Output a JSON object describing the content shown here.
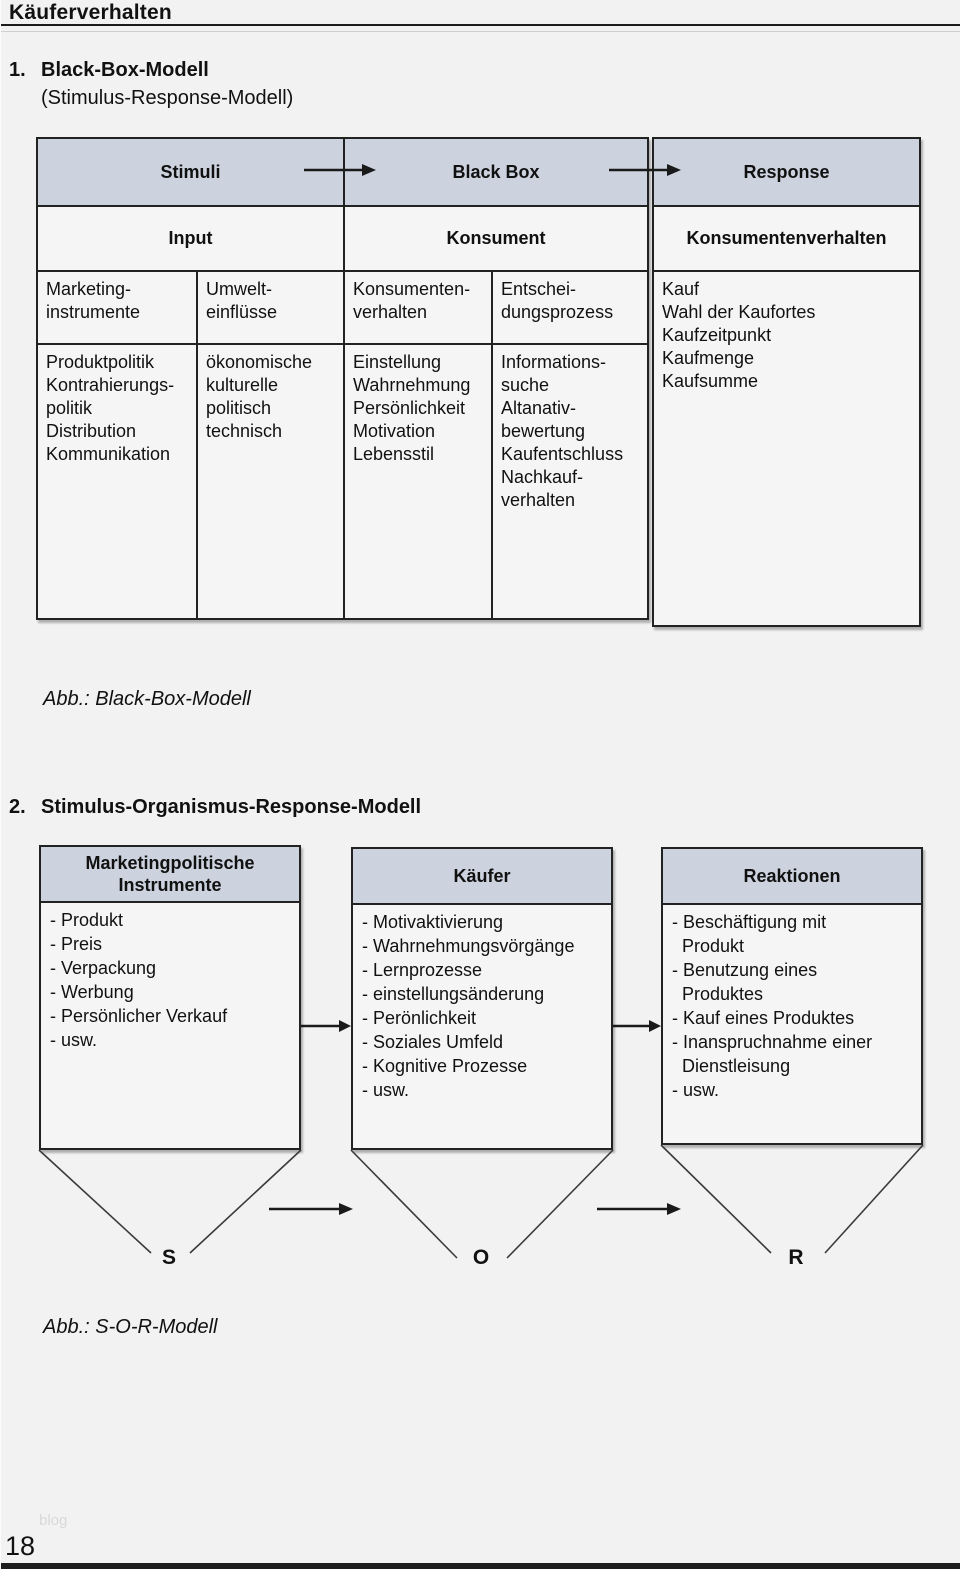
{
  "colors": {
    "page_bg": "#f2f2f2",
    "panel_bg": "#f5f5f6",
    "header_fill": "#cdd3de",
    "border": "#222222",
    "rule": "#1c1c1c",
    "bottom_bar": "#1d1d1d",
    "text": "#111111",
    "watermark": "#d9d9d9"
  },
  "page": {
    "header_title": "Käuferverhalten",
    "page_number": "18",
    "watermark": "blog"
  },
  "section1": {
    "number": "1.",
    "title": "Black-Box-Modell",
    "subtitle": "(Stimulus-Response-Modell)",
    "caption": "Abb.: Black-Box-Modell"
  },
  "blackbox_table": {
    "stage_row": [
      "Stimuli",
      "Black Box",
      "Response"
    ],
    "level_row": [
      "Input",
      "Konsument",
      "Konsumentenverhalten"
    ],
    "columns": [
      {
        "subhead": [
          "Marketing-",
          "instrumente"
        ],
        "items": [
          "Produktpolitik",
          "Kontrahierungs-",
          "politik",
          "Distribution",
          "Kommunikation"
        ]
      },
      {
        "subhead": [
          "Umwelt-",
          "einflüsse"
        ],
        "items": [
          "ökonomische",
          "kulturelle",
          "politisch",
          "technisch"
        ]
      },
      {
        "subhead": [
          "Konsumenten-",
          "verhalten"
        ],
        "items": [
          "Einstellung",
          "Wahrnehmung",
          "Persönlichkeit",
          "Motivation",
          "Lebensstil"
        ]
      },
      {
        "subhead": [
          "Entschei-",
          "dungsprozess"
        ],
        "items": [
          "Informations-",
          "suche",
          "Altanativ-",
          "bewertung",
          "Kaufentschluss",
          "Nachkauf-",
          "verhalten"
        ]
      }
    ],
    "response_items": [
      "Kauf",
      "Wahl der Kaufortes",
      "Kaufzeitpunkt",
      "Kaufmenge",
      "Kaufsumme"
    ]
  },
  "section2": {
    "number": "2.",
    "title": "Stimulus-Organismus-Response-Modell",
    "caption": "Abb.: S-O-R-Modell"
  },
  "sor_model": {
    "boxes": [
      {
        "header": [
          "Marketingpolitische",
          "Instrumente"
        ],
        "items": [
          "- Produkt",
          "- Preis",
          "- Verpackung",
          "- Werbung",
          "- Persönlicher Verkauf",
          "- usw."
        ],
        "letter": "S"
      },
      {
        "header": [
          "Käufer"
        ],
        "items": [
          "- Motivaktivierung",
          "- Wahrnehmungsvörgänge",
          "- Lernprozesse",
          "- einstellungsänderung",
          "- Perönlichkeit",
          "- Soziales Umfeld",
          "- Kognitive Prozesse",
          "- usw."
        ],
        "letter": "O"
      },
      {
        "header": [
          "Reaktionen"
        ],
        "items": [
          "- Beschäftigung mit",
          "  Produkt",
          "- Benutzung eines",
          "  Produktes",
          "- Kauf eines Produktes",
          "- Inanspruchnahme einer",
          "  Dienstleisung",
          "- usw."
        ],
        "letter": "R"
      }
    ]
  }
}
